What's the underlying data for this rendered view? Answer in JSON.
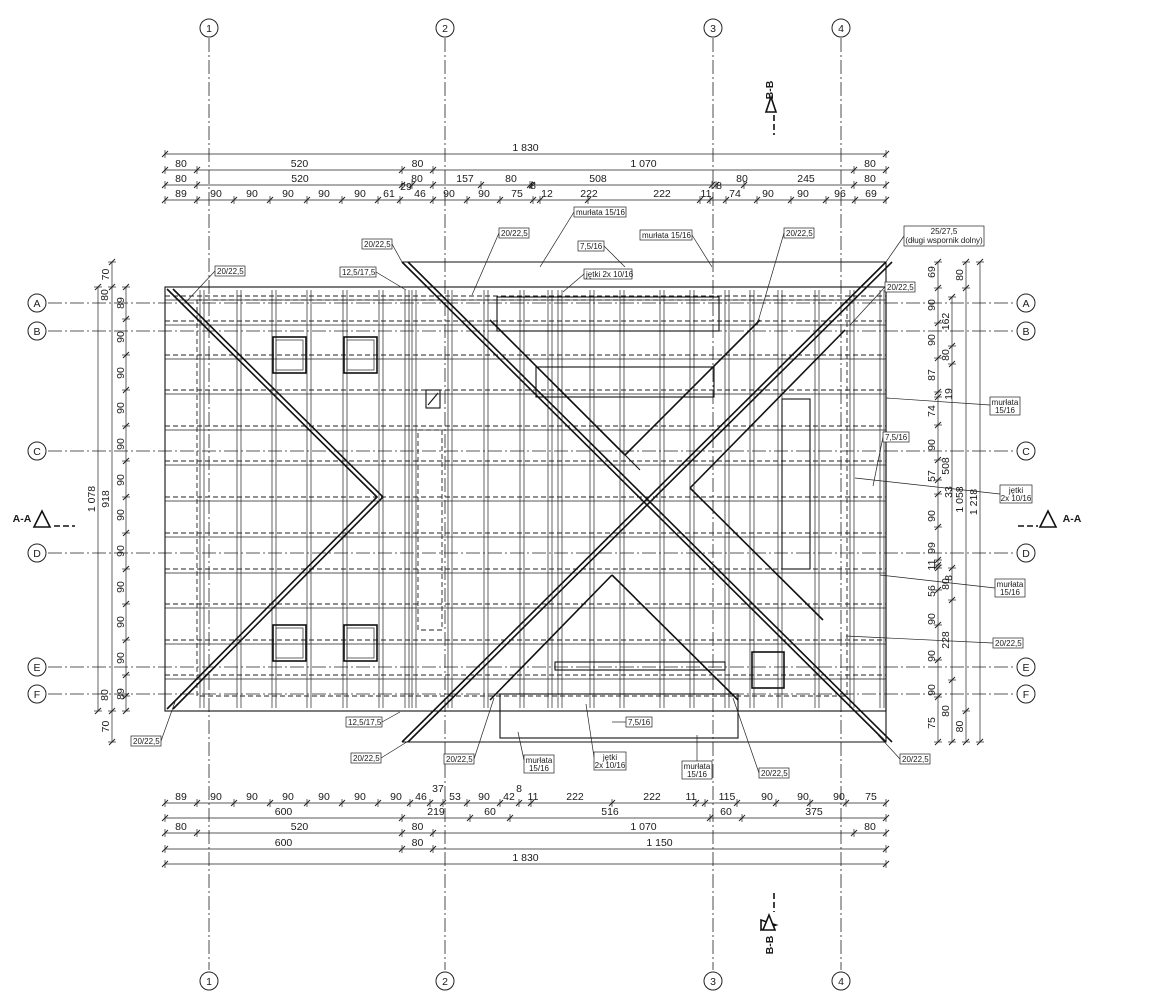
{
  "grid_columns": [
    "1",
    "2",
    "3",
    "4"
  ],
  "grid_rows": [
    "A",
    "B",
    "C",
    "D",
    "E",
    "F"
  ],
  "section_marks": {
    "vertical": "B-B",
    "horizontal": "A-A"
  },
  "dims_top": {
    "row1": [
      "1 830"
    ],
    "row2": [
      "80",
      "520",
      "80",
      "1 070",
      "80"
    ],
    "row3": [
      "80",
      "520",
      "29",
      "80",
      "157",
      "80",
      "8",
      "508",
      "8",
      "80",
      "245",
      "80"
    ],
    "row4": [
      "89",
      "90",
      "90",
      "90",
      "90",
      "90",
      "61",
      "46",
      "90",
      "90",
      "75",
      "12",
      "222",
      "222",
      "11",
      "74",
      "90",
      "90",
      "96",
      "69"
    ]
  },
  "dims_bottom": {
    "row1": [
      "37",
      "8",
      "89",
      "90",
      "90",
      "90",
      "90",
      "90",
      "90",
      "46",
      "53",
      "90",
      "42",
      "11",
      "222",
      "222",
      "11",
      "115",
      "90",
      "90",
      "90",
      "75"
    ],
    "row2": [
      "600",
      "219",
      "60",
      "516",
      "60",
      "375"
    ],
    "row3": [
      "80",
      "520",
      "80",
      "1 070",
      "80"
    ],
    "row4": [
      "600",
      "80",
      "1 150"
    ],
    "row5": [
      "1 830"
    ]
  },
  "dims_left": {
    "outer": [
      "1 078"
    ],
    "mid": [
      "70",
      "918",
      "70"
    ],
    "inner": [
      "80",
      "89",
      "90",
      "90",
      "90",
      "90",
      "90",
      "90",
      "90",
      "90",
      "90",
      "90",
      "89",
      "80"
    ]
  },
  "dims_right": {
    "inner": [
      "69",
      "90",
      "90",
      "87",
      "19",
      "74",
      "90",
      "57",
      "33",
      "90",
      "99",
      "11",
      "8",
      "56",
      "90",
      "90",
      "90",
      "75"
    ],
    "mid": [
      "162",
      "80",
      "508",
      "80",
      "228",
      "80"
    ],
    "outer": [
      "80",
      "1 058",
      "80"
    ],
    "total": [
      "1 218"
    ]
  },
  "labels": {
    "t1": "murłata 15/16",
    "t2": "20/22,5",
    "t3": "murłata 15/16",
    "t4": "7,5/16",
    "t5": "jętki 2x 10/16",
    "t6": "20/22,5",
    "t7": "25/27,5",
    "t7b": "(długi wspornik dolny)",
    "t8": "20/22,5",
    "t9": "20/22,5",
    "t10": "12,5/17,5",
    "t11": "20/22,5",
    "t12a": "murłata",
    "t12b": "15/16",
    "t13": "7,5/16",
    "t14a": "jętki",
    "t14b": "2x 10/16",
    "t15a": "murłata",
    "t15b": "15/16",
    "t16": "20/22,5",
    "b1": "12,5/17,5",
    "b2": "20/22,5",
    "b3": "20/22,5",
    "b4": "20/22,5",
    "b5a": "murłata",
    "b5b": "15/16",
    "b6a": "jętki",
    "b6b": "2x 10/16",
    "b7": "7,5/16",
    "b8a": "murłata",
    "b8b": "15/16",
    "b9": "20/22,5",
    "b10": "20/22,5"
  }
}
